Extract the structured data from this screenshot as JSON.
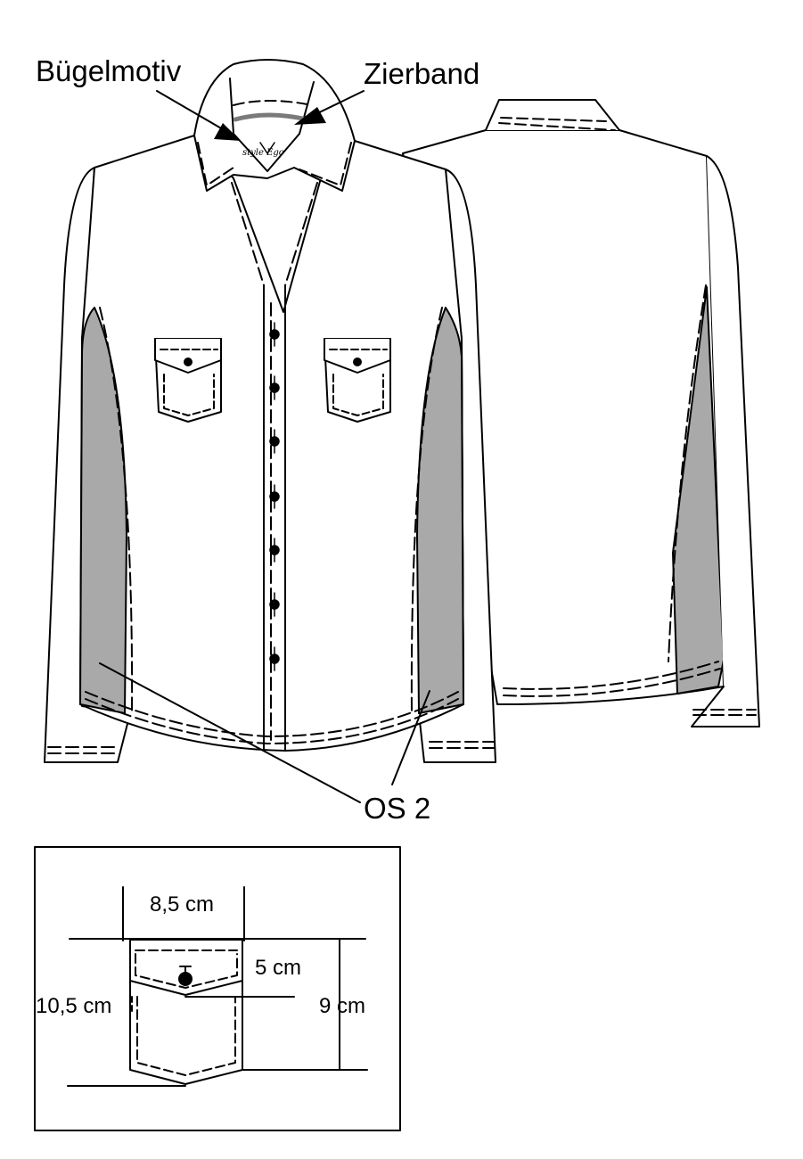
{
  "callouts": {
    "buegelmotiv": "Bügelmotiv",
    "zierband": "Zierband",
    "os2": "OS 2"
  },
  "logo_text": "style Ego",
  "pocket_detail": {
    "width": "8,5 cm",
    "flap": "5 cm",
    "height_total": "10,5 cm",
    "height_side": "9 cm"
  },
  "colors": {
    "line": "#000000",
    "side_panel": "#a9a9a9",
    "zierband": "#7a7a7a",
    "background": "#ffffff"
  }
}
